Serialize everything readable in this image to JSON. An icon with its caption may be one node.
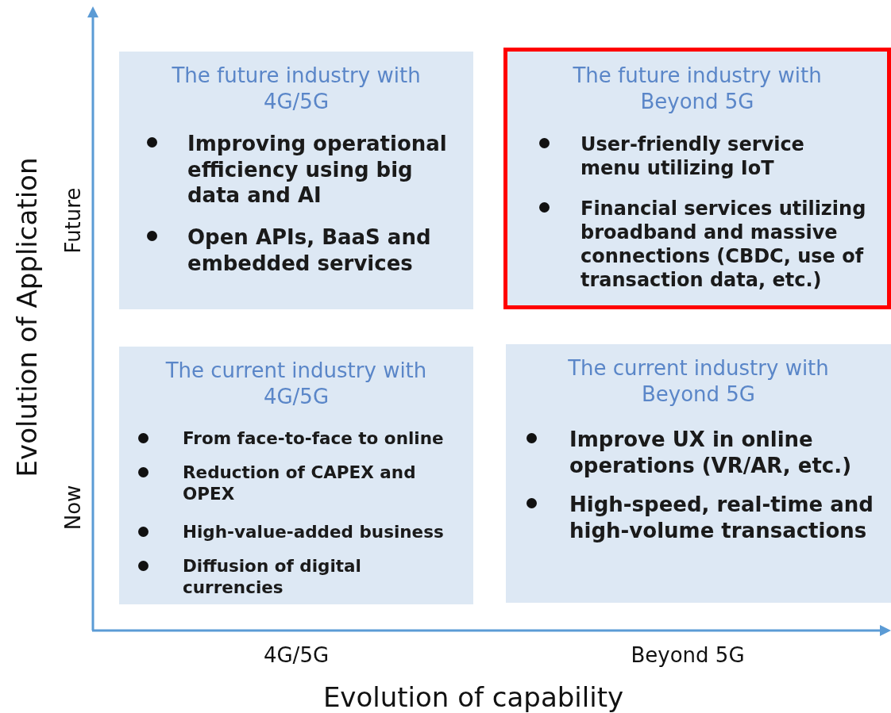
{
  "diagram": {
    "nodes": [
      {
        "text": [
          "The future industry with 4G/5G",
          "Improving operational efficiency using big data and AI",
          "Open APIs, BaaS and embedded services"
        ]
      },
      {
        "text": [
          "The future industry with Beyond 5G",
          "User-friendly service menu utilizing IoT",
          "Financial services utilizing broadband and massive connections (CBDC,  use of transaction data, etc.)"
        ]
      },
      {
        "text": [
          "The current industry with 4G/5G",
          "From face-to-face to online",
          "Reduction of CAPEX and OPEX",
          "High-value-added business",
          "Diffusion of digital currencies"
        ]
      },
      {
        "text": [
          "The current industry with Beyond 5G",
          "Improve UX in online operations (VR/AR, etc.)",
          "High-speed, real-time and high-volume transactions"
        ]
      }
    ],
    "edges": [],
    "labels": [
      "Future",
      "Evolution of Application",
      "Now",
      "4G/5G",
      "Beyond 5G",
      "Evolution of capability"
    ]
  }
}
